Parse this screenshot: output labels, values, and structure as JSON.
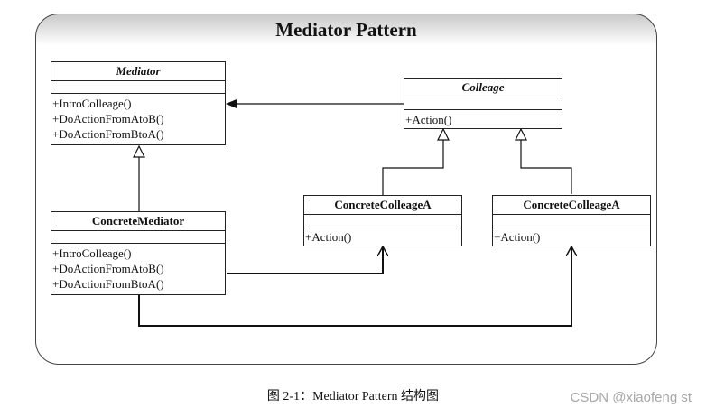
{
  "panel": {
    "title": "Mediator Pattern"
  },
  "classes": {
    "mediator": {
      "name": "Mediator",
      "operations": [
        "+IntroColleage()",
        "+DoActionFromAtoB()",
        "+DoActionFromBtoA()"
      ]
    },
    "colleage": {
      "name": "Colleage",
      "operations": [
        "+Action()"
      ]
    },
    "concrete_mediator": {
      "name": "ConcreteMediator",
      "operations": [
        "+IntroColleage()",
        "+DoActionFromAtoB()",
        "+DoActionFromBtoA()"
      ]
    },
    "concrete_colleage_left": {
      "name": "ConcreteColleageA",
      "operations": [
        "+Action()"
      ]
    },
    "concrete_colleage_right": {
      "name": "ConcreteColleageA",
      "operations": [
        "+Action()"
      ]
    }
  },
  "caption": "图 2-1：Mediator Pattern 结构图",
  "watermark": "CSDN @xiaofeng st",
  "colors": {
    "line": "#111111",
    "border": "#222222",
    "watermark": "#a7a7a7"
  }
}
